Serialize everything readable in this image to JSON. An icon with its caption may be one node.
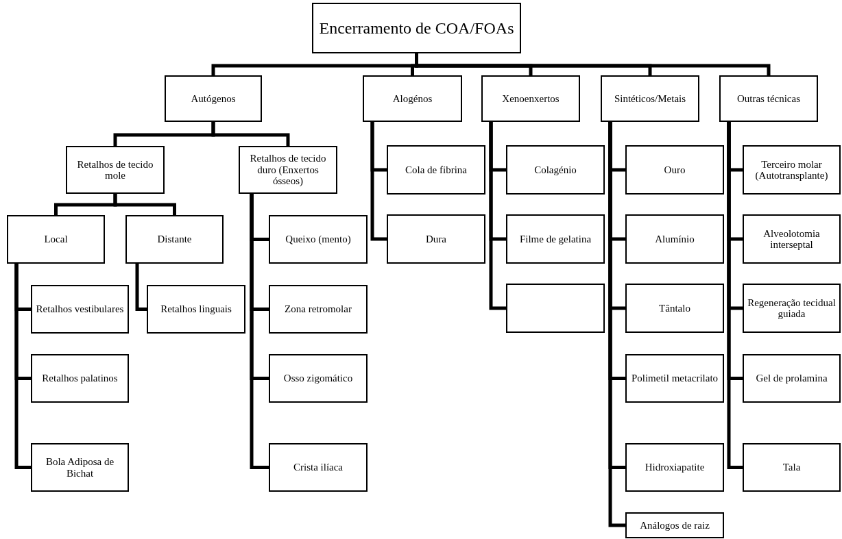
{
  "diagram": {
    "nodes": [
      {
        "text": [
          "Encerramento de COA/FOAs"
        ]
      },
      {
        "text": [
          "Autógenos"
        ]
      },
      {
        "text": [
          "Alogénos"
        ]
      },
      {
        "text": [
          "Xenoenxertos"
        ]
      },
      {
        "text": [
          "Sintéticos/Metais"
        ]
      },
      {
        "text": [
          "Outras técnicas"
        ]
      },
      {
        "text": [
          "Retalhos de tecido mole"
        ]
      },
      {
        "text": [
          "Retalhos de tecido duro (Enxertos ósseos)"
        ]
      },
      {
        "text": [
          "Local"
        ]
      },
      {
        "text": [
          "Distante"
        ]
      },
      {
        "text": [
          "Retalhos vestibulares"
        ]
      },
      {
        "text": [
          "Retalhos palatinos"
        ]
      },
      {
        "text": [
          "Bola Adiposa de Bichat"
        ]
      },
      {
        "text": [
          "Retalhos linguais"
        ]
      },
      {
        "text": [
          "Queixo (mento)"
        ]
      },
      {
        "text": [
          "Zona retromolar"
        ]
      },
      {
        "text": [
          "Osso zigomático"
        ]
      },
      {
        "text": [
          "Crista ilíaca"
        ]
      },
      {
        "text": [
          "Cola de fibrina"
        ]
      },
      {
        "text": [
          "Dura"
        ]
      },
      {
        "text": [
          "Colagénio"
        ]
      },
      {
        "text": [
          "Filme de gelatina"
        ]
      },
      {
        "text": [],
        "shape": "box"
      },
      {
        "text": [
          "Ouro"
        ]
      },
      {
        "text": [
          "Alumínio"
        ]
      },
      {
        "text": [
          "Tântalo"
        ]
      },
      {
        "text": [
          "Polimetil metacrilato"
        ]
      },
      {
        "text": [
          "Hidroxiapatite"
        ]
      },
      {
        "text": [
          "Análogos de raiz"
        ]
      },
      {
        "text": [
          "Terceiro molar (Autotransplante)"
        ]
      },
      {
        "text": [
          "Alveolotomia interseptal"
        ]
      },
      {
        "text": [
          "Regeneração tecidual guiada"
        ]
      },
      {
        "text": [
          "Gel de prolamina"
        ]
      },
      {
        "text": [
          "Tala"
        ]
      }
    ],
    "edges": [
      {
        "from": 0,
        "to": 1,
        "arrow": "none"
      },
      {
        "from": 0,
        "to": 2,
        "arrow": "none"
      },
      {
        "from": 0,
        "to": 3,
        "arrow": "none"
      },
      {
        "from": 0,
        "to": 4,
        "arrow": "none"
      },
      {
        "from": 0,
        "to": 5,
        "arrow": "none"
      },
      {
        "from": 1,
        "to": 6,
        "arrow": "none"
      },
      {
        "from": 1,
        "to": 7,
        "arrow": "none"
      },
      {
        "from": 6,
        "to": 8,
        "arrow": "none"
      },
      {
        "from": 6,
        "to": 9,
        "arrow": "none"
      },
      {
        "from": 8,
        "to": 10,
        "arrow": "none"
      },
      {
        "from": 8,
        "to": 11,
        "arrow": "none"
      },
      {
        "from": 8,
        "to": 12,
        "arrow": "none"
      },
      {
        "from": 9,
        "to": 13,
        "arrow": "none"
      },
      {
        "from": 7,
        "to": 14,
        "arrow": "none"
      },
      {
        "from": 7,
        "to": 15,
        "arrow": "none"
      },
      {
        "from": 7,
        "to": 16,
        "arrow": "none"
      },
      {
        "from": 7,
        "to": 17,
        "arrow": "none"
      },
      {
        "from": 2,
        "to": 18,
        "arrow": "none"
      },
      {
        "from": 2,
        "to": 19,
        "arrow": "none"
      },
      {
        "from": 3,
        "to": 20,
        "arrow": "none"
      },
      {
        "from": 3,
        "to": 21,
        "arrow": "none"
      },
      {
        "from": 3,
        "to": 22,
        "arrow": "none"
      },
      {
        "from": 4,
        "to": 23,
        "arrow": "none"
      },
      {
        "from": 4,
        "to": 24,
        "arrow": "none"
      },
      {
        "from": 4,
        "to": 25,
        "arrow": "none"
      },
      {
        "from": 4,
        "to": 26,
        "arrow": "none"
      },
      {
        "from": 4,
        "to": 27,
        "arrow": "none"
      },
      {
        "from": 4,
        "to": 28,
        "arrow": "none"
      },
      {
        "from": 5,
        "to": 29,
        "arrow": "none"
      },
      {
        "from": 5,
        "to": 30,
        "arrow": "none"
      },
      {
        "from": 5,
        "to": 31,
        "arrow": "none"
      },
      {
        "from": 5,
        "to": 32,
        "arrow": "none"
      },
      {
        "from": 5,
        "to": 33,
        "arrow": "none"
      }
    ]
  }
}
